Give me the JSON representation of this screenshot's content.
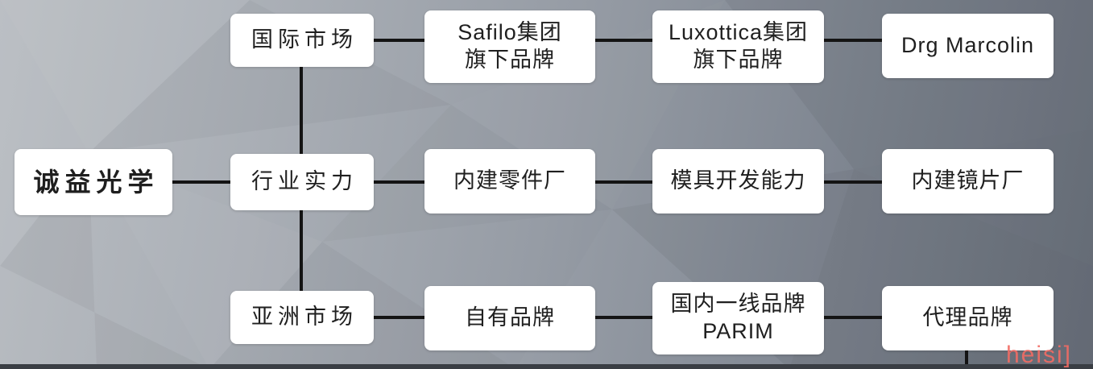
{
  "diagram": {
    "root_label": "诚益光学",
    "rows": [
      {
        "category": "国际市场",
        "items": [
          "Safilo集团\n旗下品牌",
          "Luxottica集团\n旗下品牌",
          "Drg Marcolin"
        ]
      },
      {
        "category": "行业实力",
        "items": [
          "内建零件厂",
          "模具开发能力",
          "内建镜片厂"
        ]
      },
      {
        "category": "亚洲市场",
        "items": [
          "自有品牌",
          "国内一线品牌\nPARIM",
          "代理品牌"
        ]
      }
    ]
  },
  "watermark": {
    "text": "heisi]"
  },
  "colors": {
    "box_bg": "#ffffff",
    "line": "#141414",
    "text": "#1f1f1f",
    "background_light": "#b9bdc2",
    "background_dark": "#6b727d",
    "watermark": "#f26c64",
    "bottom_strip": "#3a3e44"
  }
}
